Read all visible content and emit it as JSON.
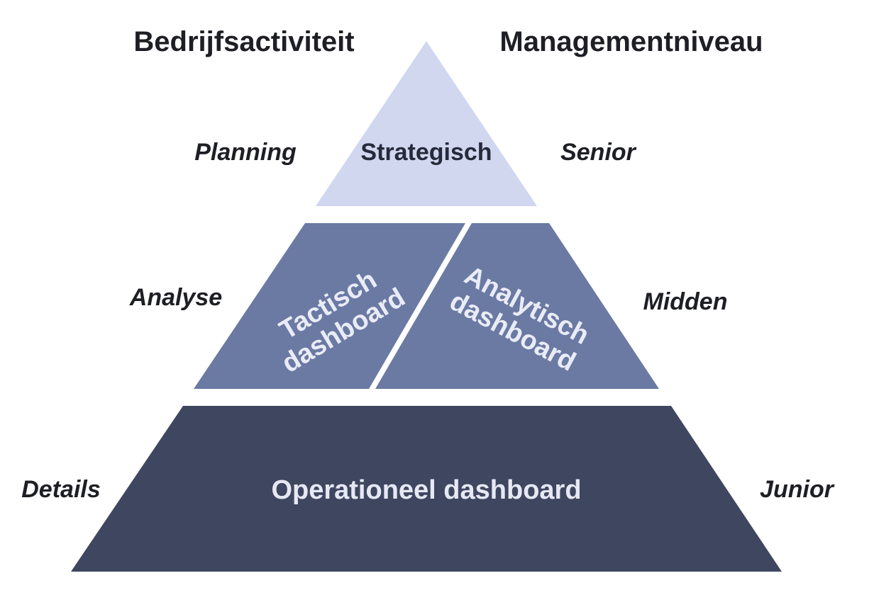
{
  "headings": {
    "left": "Bedrijfsactiviteit",
    "right": "Managementniveau"
  },
  "levels": {
    "top": {
      "activity": "Planning",
      "tier": "Strategisch",
      "management": "Senior",
      "color": "#d0d7ef"
    },
    "middle": {
      "activity": "Analyse",
      "tier_left_line1": "Tactisch",
      "tier_left_line2": "dashboard",
      "tier_right_line1": "Analytisch",
      "tier_right_line2": "dashboard",
      "management": "Midden",
      "color": "#6b7aa3"
    },
    "bottom": {
      "activity": "Details",
      "tier": "Operationeel dashboard",
      "management": "Junior",
      "color": "#3f4660"
    }
  }
}
